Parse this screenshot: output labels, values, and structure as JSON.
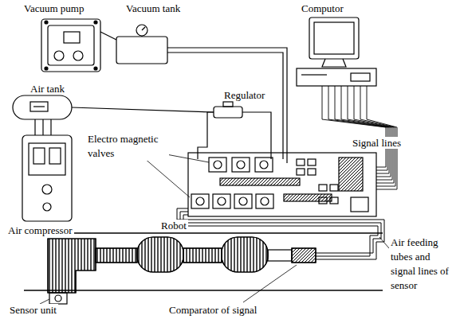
{
  "diagram": {
    "labels": [
      "Vacuum pump",
      "Vacuum tank",
      "Computor",
      "Air tank",
      "Regulator",
      "Electro magnetic valves",
      "Signal lines",
      "Air compressor",
      "Robot",
      "Air feeding tubes and signal lines of sensor",
      "Sensor unit",
      "Comparator of signal"
    ]
  }
}
